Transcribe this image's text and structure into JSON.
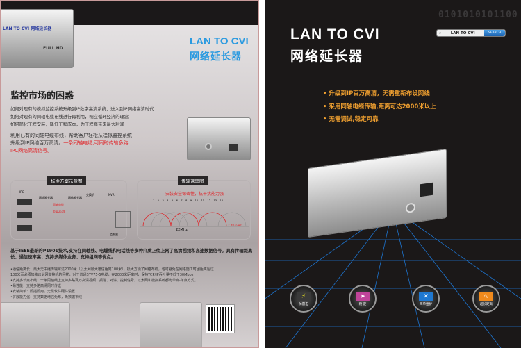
{
  "left": {
    "product_title": "LAN TO CVI",
    "product_subtitle": "网络延长器",
    "device_label": "LAN TO CVI  网络延长器",
    "device_badge": "FULL HD",
    "heading": "监控市场的困惑",
    "questions": [
      "如何对现有的模拟监控系统升级到IP数字高清系统，进入到IP网络高清时代",
      "如何对现有的同轴电缆布线进行再利用，响应循环经济的理念",
      "如何简化工程安装，降低工程成本，为工程商带来最大利润"
    ],
    "solution_1": "利用已有的同轴电缆布线，帮助客户轻松从模拟监控系统",
    "solution_2": "升级到IP网络百万高清。",
    "solution_red_1": "一条同轴电缆,可同时传输多路",
    "solution_red_2": "IPC网络高清信号。",
    "diagram_title": "标准方案示意图",
    "diagram_labels": {
      "ipc": "IPC",
      "ext1": "网络延长器",
      "ext2": "网络延长器",
      "switch": "交换机",
      "nvr": "NVR",
      "monitor": "监视器",
      "cable": "同轴电缆",
      "distance": "距离2公里"
    },
    "rate_title": "传输速率图",
    "rate_headline": "安装安全保密性，抗干扰能力强",
    "channels": [
      "1",
      "2",
      "3",
      "4",
      "5",
      "6",
      "7",
      "8",
      "9",
      "10",
      "11",
      "12",
      "13",
      "14"
    ],
    "bandwidth": "22MHz",
    "frequency": "2.483GHz",
    "intro": "基于IEEE最新的P1901技术,支持在同轴线、电爆线和电话线等多种介质上传上网了高清视频和高速数据信号。具有传输距离长、通信速率高、支持多媒体业务、支持组网等优点。",
    "features": [
      "•通信距离长：最大无中继传输可达2000米（以太网最大通信距离100米），极大方便了网络布线，也可避免在网络施工时因距离超过",
      "100米而必须加装以太网交换机的困扰，对于普通SYV75-5电缆，在2000米距离时，保持TCP/IP吞吐量不低于30Mbps",
      "•支持多节点布线：一条同轴线上支持多路百万高清视频、报警、对讲、控制信号，以太网和模拟系统都为单点-单点方式。",
      "•易性能：支持多路高清同时传送",
      "•安装简单：即插即用，无需软件硬件设置",
      "•扩展能力强：支持数据增强免布，免数据布线"
    ]
  },
  "right": {
    "binary": "0101010101100",
    "search_value": "LAN TO CVI",
    "search_button": "SEARCH",
    "product_title": "LAN TO CVI",
    "product_subtitle": "网络延长器",
    "bullets": [
      "升级到IP百万高清，无需重新布设网线",
      "采用同轴电缆传输,距离可达2000米以上",
      "无需调试,稳定可靠"
    ],
    "accent": "#f0a030",
    "icons": [
      {
        "name": "lightning-icon",
        "label": "防雷击",
        "color": "#3a3a3a"
      },
      {
        "name": "paper-plane-icon",
        "label": "稳 定",
        "color": "#c0449a"
      },
      {
        "name": "tools-icon",
        "label": "简单维护",
        "color": "#1f78d0"
      },
      {
        "name": "wave-icon",
        "label": "超长距离",
        "color": "#f08a1c"
      }
    ]
  }
}
